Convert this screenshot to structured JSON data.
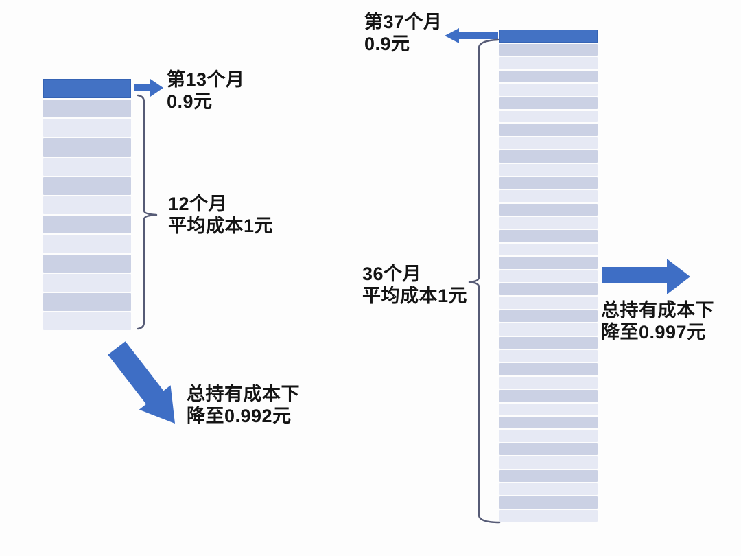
{
  "colors": {
    "accent_blue": "#4372C4",
    "arrow_blue": "#3E6EC5",
    "bar_dark": "#CBD1E4",
    "bar_light": "#E6E9F4",
    "brace_color": "#565B76",
    "text_color": "#141414",
    "bg_color": "#FDFDFD"
  },
  "left_chart": {
    "months": 12,
    "peak_label": {
      "line1": "第13个月",
      "line2": "0.9元"
    },
    "brace_label": {
      "line1": "12个月",
      "line2": "平均成本1元"
    },
    "result_label": {
      "line1": "总持有成本下",
      "line2": "降至0.992元"
    }
  },
  "right_chart": {
    "months": 36,
    "peak_label": {
      "line1": "第37个月",
      "line2": "0.9元"
    },
    "brace_label": {
      "line1": "36个月",
      "line2": "平均成本1元"
    },
    "result_label": {
      "line1": "总持有成本下",
      "line2": "降至0.997元"
    }
  },
  "icons": {
    "left_chart_pointer": "right-arrow-icon",
    "left_chart_result": "down-right-arrow-icon",
    "right_chart_pointer": "left-arrow-icon",
    "right_chart_result": "right-arrow-icon"
  },
  "chart_data": [
    {
      "type": "bar",
      "stack": "left",
      "months_at_avg_cost": 12,
      "average_cost_yuan": 1,
      "new_month_index": 13,
      "new_month_cost_yuan": 0.9,
      "total_cost_after_yuan": 0.992,
      "unit_values": [
        0.9,
        1,
        1,
        1,
        1,
        1,
        1,
        1,
        1,
        1,
        1,
        1,
        1
      ]
    },
    {
      "type": "bar",
      "stack": "right",
      "months_at_avg_cost": 36,
      "average_cost_yuan": 1,
      "new_month_index": 37,
      "new_month_cost_yuan": 0.9,
      "total_cost_after_yuan": 0.997,
      "unit_values": [
        0.9,
        1,
        1,
        1,
        1,
        1,
        1,
        1,
        1,
        1,
        1,
        1,
        1,
        1,
        1,
        1,
        1,
        1,
        1,
        1,
        1,
        1,
        1,
        1,
        1,
        1,
        1,
        1,
        1,
        1,
        1,
        1,
        1,
        1,
        1,
        1,
        1
      ]
    }
  ]
}
